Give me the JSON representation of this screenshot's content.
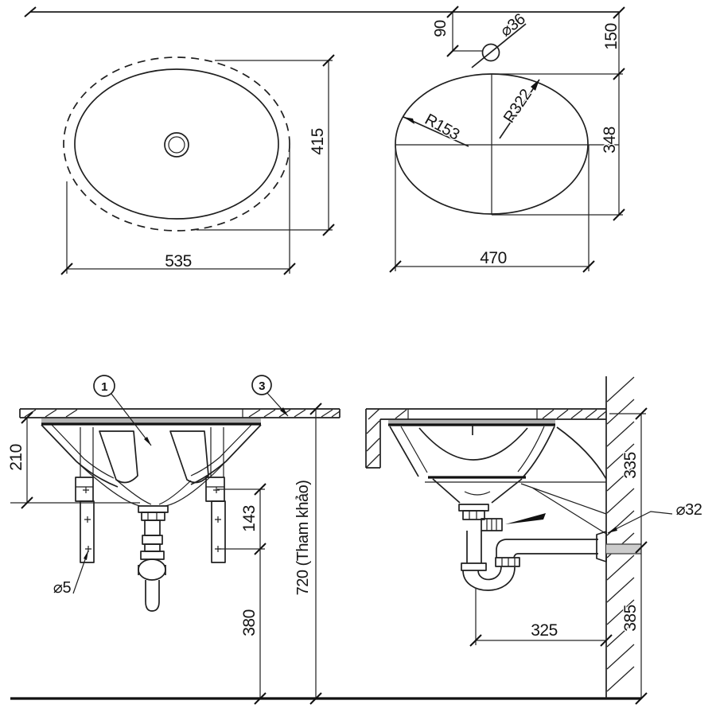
{
  "drawing": {
    "plan_view": {
      "rim_width": "535",
      "rim_height": "415"
    },
    "cutout_view": {
      "width": "470",
      "height": "348",
      "radius_inner": "R153",
      "radius_outer": "R322",
      "faucet_offset": "90",
      "faucet_hole_dia": "⌀36",
      "rear_offset": "150"
    },
    "front_view": {
      "bowl_depth": "210",
      "clip_length": "143",
      "screw_hole_dia": "⌀5",
      "drain_height": "380",
      "counter_height_ref": "720 (Tham khảo)",
      "callout_basin": "1",
      "callout_counter": "3"
    },
    "side_view": {
      "counter_to_outlet": "335",
      "outlet_to_floor": "385",
      "trap_to_wall": "325",
      "waste_pipe_dia": "⌀32"
    }
  }
}
